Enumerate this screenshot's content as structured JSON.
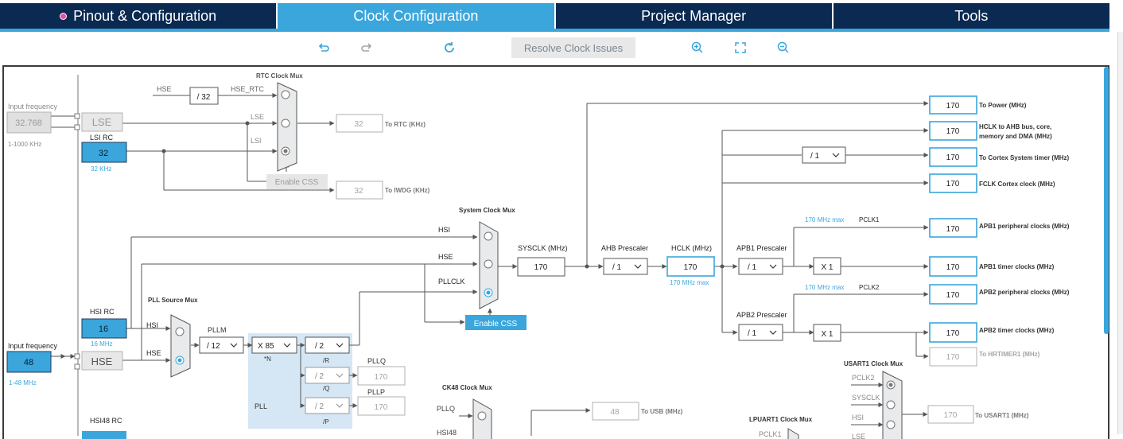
{
  "tabs": [
    {
      "label": "Pinout & Configuration",
      "active": false,
      "has_dot": true
    },
    {
      "label": "Clock Configuration",
      "active": true
    },
    {
      "label": "Project Manager",
      "active": false
    },
    {
      "label": "Tools",
      "active": false
    }
  ],
  "toolbar": {
    "undo_icon": "undo-icon",
    "redo_icon": "redo-icon",
    "reset_icon": "refresh-icon",
    "resolve_label": "Resolve Clock Issues",
    "zoom_in_icon": "zoom-in-icon",
    "fit_icon": "fit-screen-icon",
    "zoom_out_icon": "zoom-out-icon"
  },
  "colors": {
    "accent": "#3aa6dc",
    "navy": "#0b2a52",
    "pll_area": "#d5e7f5",
    "line": "#555555"
  },
  "diagram": {
    "input_freq_top": {
      "label": "Input frequency",
      "value": "32.768",
      "range": "1-1000 KHz"
    },
    "input_freq_bottom": {
      "label": "Input frequency",
      "value": "48",
      "range": "1-48 MHz"
    },
    "lse": "LSE",
    "lsi_rc": {
      "label": "LSI RC",
      "value": "32",
      "unit": "32 KHz"
    },
    "hse": "HSE",
    "hse_rtc": "HSE_RTC",
    "div32": "/ 32",
    "rtc_mux": {
      "title": "RTC Clock Mux",
      "in_lse": "LSE",
      "in_lsi": "LSI"
    },
    "to_rtc": {
      "value": "32",
      "label": "To RTC (KHz)"
    },
    "enable_css_gray": "Enable CSS",
    "to_iwdg": {
      "value": "32",
      "label": "To IWDG (KHz)"
    },
    "hsi_rc": {
      "label": "HSI RC",
      "value": "16",
      "unit": "16 MHz"
    },
    "hse_box": "HSE",
    "hsi48_rc": "HSI48 RC",
    "pll_source_mux": {
      "title": "PLL Source Mux",
      "in_hsi": "HSI",
      "in_hse": "HSE"
    },
    "pllm": {
      "label": "PLLM",
      "value": "/ 12"
    },
    "pll_n": {
      "value": "X 85",
      "label": "*N"
    },
    "pll_r": {
      "value": "/ 2",
      "label": "/R"
    },
    "pll_q": {
      "value": "/ 2",
      "label": "/Q",
      "out_label": "PLLQ",
      "out_value": "170"
    },
    "pll_p": {
      "value": "/ 2",
      "label": "/P",
      "out_label": "PLLP",
      "out_value": "170"
    },
    "pll_label": "PLL",
    "sys_mux": {
      "title": "System Clock Mux",
      "in_hsi": "HSI",
      "in_hse": "HSE",
      "in_pll": "PLLCLK"
    },
    "enable_css_blue": "Enable CSS",
    "sysclk": {
      "label": "SYSCLK (MHz)",
      "value": "170"
    },
    "ahb": {
      "label": "AHB Prescaler",
      "value": "/ 1"
    },
    "hclk": {
      "label": "HCLK (MHz)",
      "value": "170",
      "max": "170 MHz max"
    },
    "cortex_div": "/ 1",
    "apb1": {
      "label": "APB1 Prescaler",
      "value": "/ 1",
      "max": "170 MHz max",
      "pclk": "PCLK1",
      "mul": "X 1"
    },
    "apb2": {
      "label": "APB2 Prescaler",
      "value": "/ 1",
      "max": "170 MHz max",
      "pclk": "PCLK2",
      "mul": "X 1"
    },
    "outputs": [
      {
        "value": "170",
        "label": "To Power (MHz)"
      },
      {
        "value": "170",
        "label": "HCLK to AHB bus, core,",
        "label2": "memory and DMA (MHz)"
      },
      {
        "value": "170",
        "label": "To Cortex System timer (MHz)"
      },
      {
        "value": "170",
        "label": "FCLK Cortex clock (MHz)"
      },
      {
        "value": "170",
        "label": "APB1 peripheral clocks (MHz)"
      },
      {
        "value": "170",
        "label": "APB1 timer clocks (MHz)"
      },
      {
        "value": "170",
        "label": "APB2 peripheral clocks (MHz)"
      },
      {
        "value": "170",
        "label": "APB2 timer clocks (MHz)"
      },
      {
        "value": "170",
        "label": "To HRTIMER1 (MHz)"
      }
    ],
    "ck48_mux": {
      "title": "CK48 Clock Mux",
      "in_pllq": "PLLQ",
      "in_hsi48": "HSI48"
    },
    "to_usb": {
      "value": "48",
      "label": "To USB (MHz)"
    },
    "usart1_mux": {
      "title": "USART1 Clock Mux",
      "in_pclk2": "PCLK2",
      "in_sysclk": "SYSCLK",
      "in_hsi": "HSI",
      "in_lse": "LSE"
    },
    "to_usart1": {
      "value": "170",
      "label": "To USART1 (MHz)"
    },
    "lpuart1_mux": {
      "title": "LPUART1 Clock Mux",
      "in_pclk1": "PCLK1"
    }
  }
}
